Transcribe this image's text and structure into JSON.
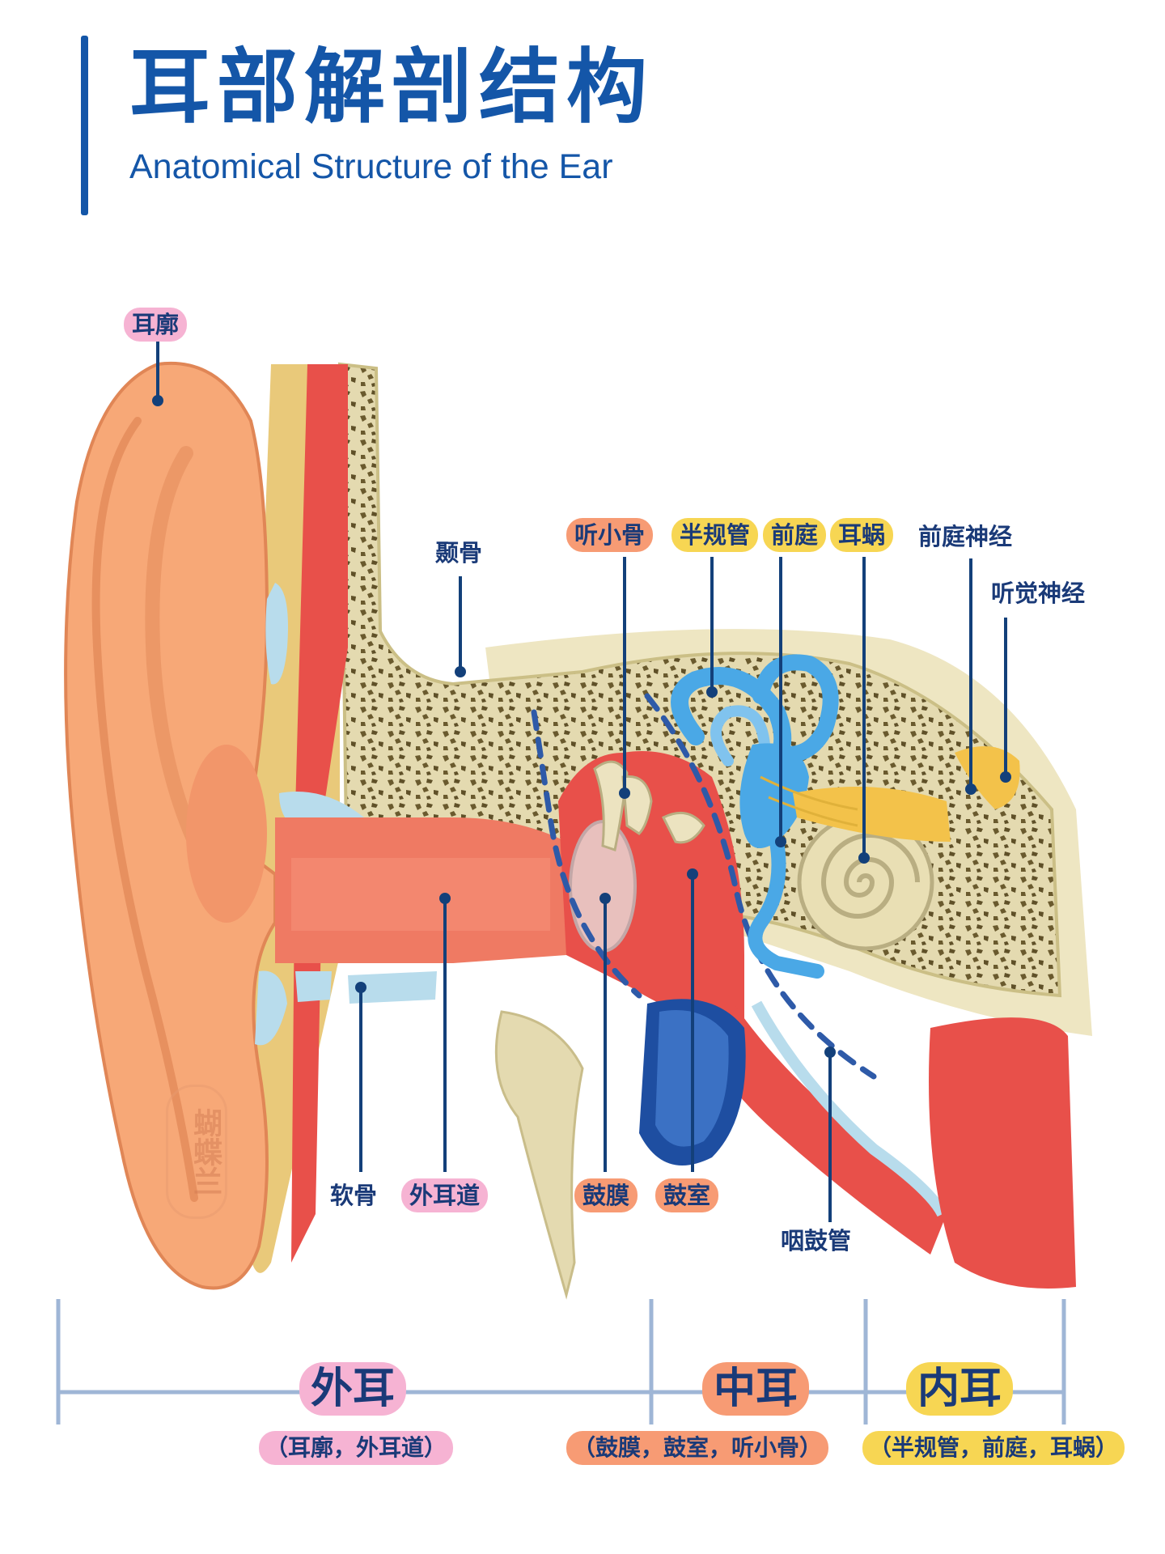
{
  "header": {
    "title_cn": "耳部解剖结构",
    "title_en": "Anatomical Structure of the Ear"
  },
  "labels": {
    "auricle": "耳廓",
    "temporal_bone": "颞骨",
    "ossicles": "听小骨",
    "semicircular_canals": "半规管",
    "vestibule": "前庭",
    "cochlea": "耳蜗",
    "vestibular_nerve": "前庭神经",
    "auditory_nerve": "听觉神经",
    "cartilage": "软骨",
    "ear_canal": "外耳道",
    "eardrum": "鼓膜",
    "tympanic_cavity": "鼓室",
    "eustachian_tube": "咽鼓管"
  },
  "watermark": "蝴蝶兰",
  "sections": [
    {
      "name": "外耳",
      "parts": "（耳廓，外耳道）",
      "color": "#f6b3d3"
    },
    {
      "name": "中耳",
      "parts": "（鼓膜，鼓室，听小骨）",
      "color": "#f79b74"
    },
    {
      "name": "内耳",
      "parts": "（半规管，前庭，耳蜗）",
      "color": "#f7d653"
    }
  ],
  "colors": {
    "title_blue": "#1456a8",
    "label_pink": "#f6b3d3",
    "label_orange": "#f79b74",
    "label_yellow": "#f7d653",
    "skin": "#f7a877",
    "muscle": "#e8504a",
    "bone": "#e6dcae",
    "inner_ear_blue": "#4aa8e6"
  }
}
